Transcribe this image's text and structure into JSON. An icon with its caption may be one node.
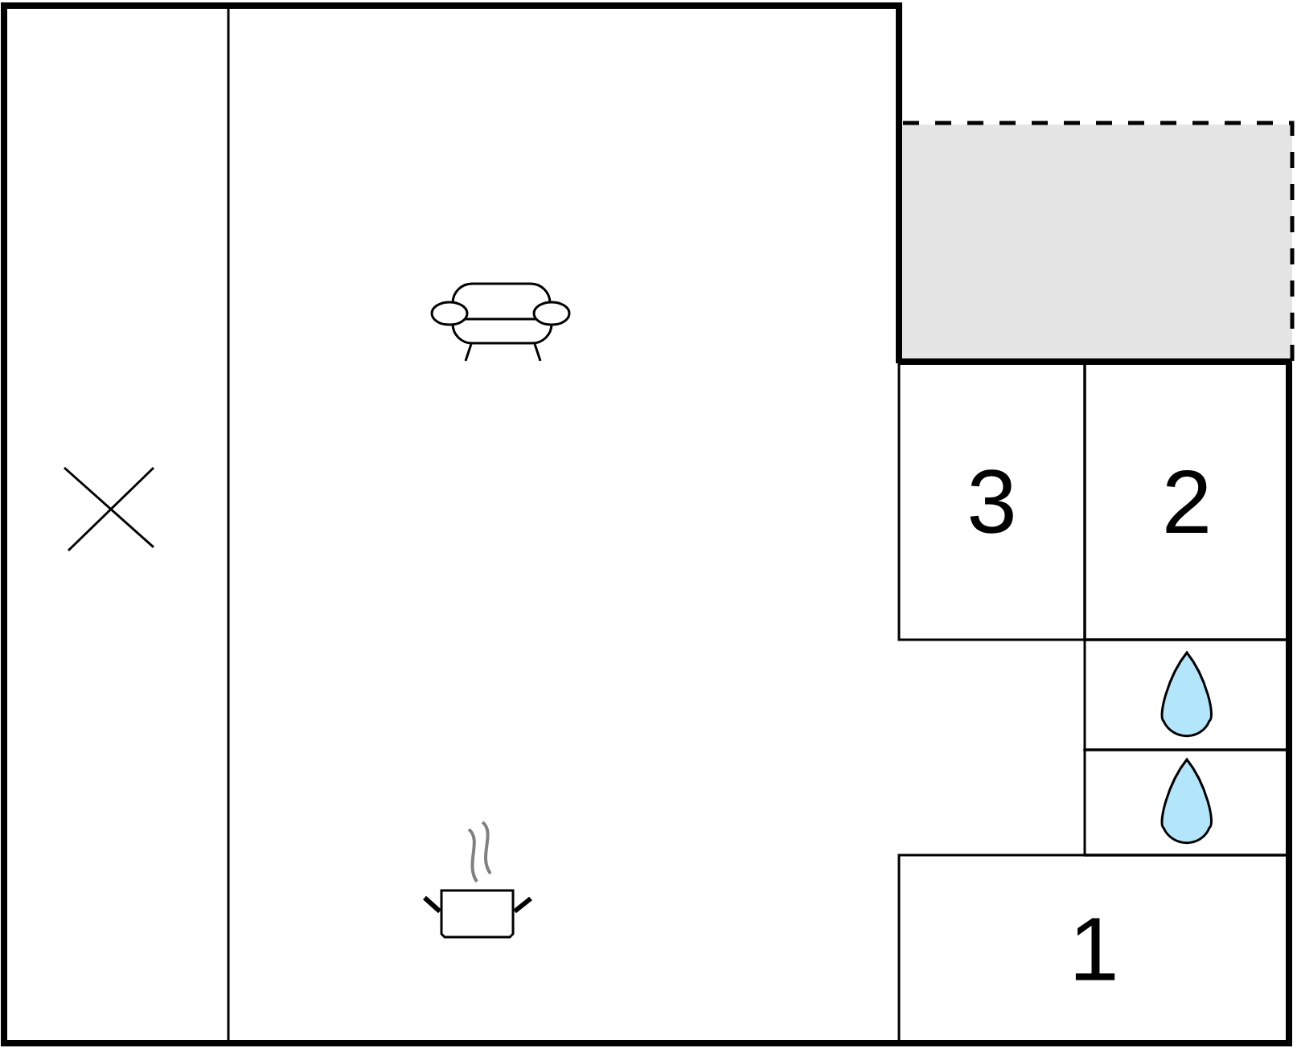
{
  "diagram": {
    "nodes": [
      {
        "text": [
          "3"
        ]
      },
      {
        "text": [
          "2"
        ]
      },
      {
        "text": [
          "1"
        ]
      }
    ]
  }
}
